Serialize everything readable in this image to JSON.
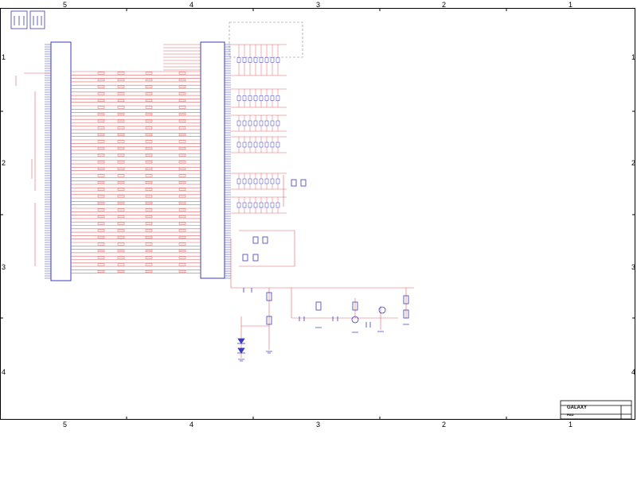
{
  "border": {
    "columns": [
      "5",
      "4",
      "3",
      "2",
      "1"
    ],
    "rows": [
      "1",
      "2",
      "3",
      "4"
    ]
  },
  "title_block": {
    "company": "GALAXY",
    "project": "R&D"
  },
  "colors": {
    "wire": "#e06060",
    "component": "#3b3bbf",
    "frame": "#000000"
  }
}
